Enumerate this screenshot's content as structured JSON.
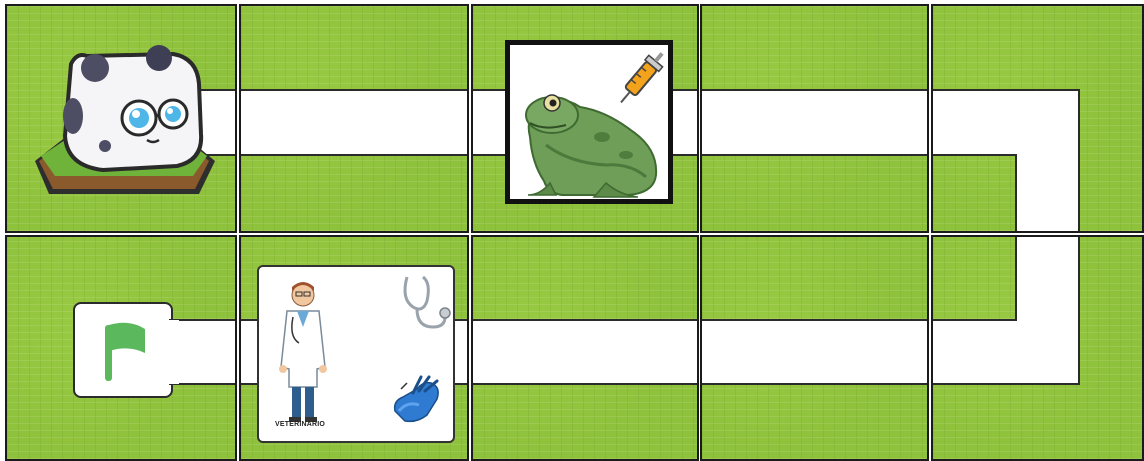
{
  "board": {
    "cells": [
      {
        "row": 1,
        "col": 1,
        "content": "robot-start"
      },
      {
        "row": 1,
        "col": 2,
        "content": "path-horizontal"
      },
      {
        "row": 1,
        "col": 3,
        "content": "frog-with-syringe-card"
      },
      {
        "row": 1,
        "col": 4,
        "content": "path-horizontal"
      },
      {
        "row": 1,
        "col": 5,
        "content": "path-corner"
      },
      {
        "row": 2,
        "col": 1,
        "content": "goal-flag"
      },
      {
        "row": 2,
        "col": 2,
        "content": "veterinarian-card"
      },
      {
        "row": 2,
        "col": 3,
        "content": "path-horizontal"
      },
      {
        "row": 2,
        "col": 4,
        "content": "path-horizontal"
      },
      {
        "row": 2,
        "col": 5,
        "content": "path-corner"
      }
    ]
  },
  "veterinarian_card": {
    "caption": "VETERINARIO",
    "items": [
      "veterinarian-icon",
      "stethoscope-icon",
      "gloves-icon"
    ]
  },
  "frog_card": {
    "items": [
      "frog-icon",
      "syringe-icon"
    ]
  },
  "colors": {
    "grass": "#8fc23c",
    "path": "#ffffff",
    "border": "#1b1b1b",
    "flag": "#5cb85c",
    "frog": "#6f9e58"
  }
}
